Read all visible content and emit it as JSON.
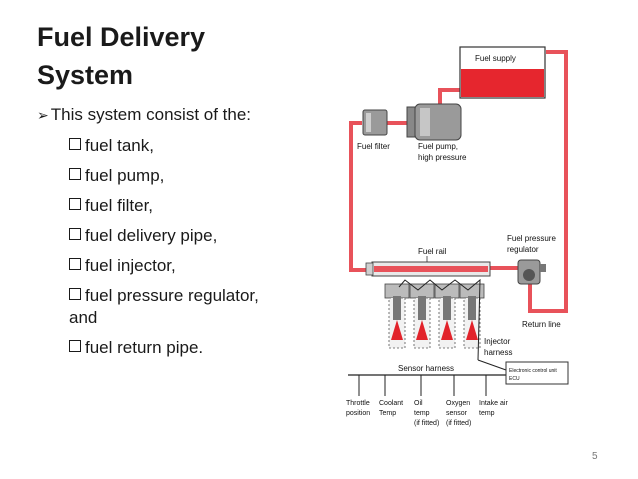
{
  "title": "Fuel Delivery System",
  "intro": "This system consist of the:",
  "items": [
    "fuel tank,",
    "fuel pump,",
    "fuel filter,",
    "fuel delivery pipe,",
    "fuel injector,",
    "fuel pressure regulator, and",
    "fuel return pipe."
  ],
  "page_number": "5",
  "diagram": {
    "fuel_supply": "Fuel supply",
    "fuel_filter": "Fuel filter",
    "fuel_pump_1": "Fuel pump,",
    "fuel_pump_2": "high pressure",
    "fuel_rail": "Fuel rail",
    "regulator_1": "Fuel pressure",
    "regulator_2": "regulator",
    "return_line": "Return line",
    "injector_1": "Injector",
    "injector_2": "harness",
    "sensor_harness": "Sensor harness",
    "ecu_1": "Electronic control unit",
    "ecu_2": "ECU",
    "sensors": {
      "throttle_1": "Throttle",
      "throttle_2": "position",
      "coolant_1": "Coolant",
      "coolant_2": "Temp",
      "oil_1": "Oil",
      "oil_2": "temp",
      "oil_3": "(if fitted)",
      "oxygen_1": "Oxygen",
      "oxygen_2": "sensor",
      "oxygen_3": "(if fitted)",
      "intake_1": "Intake air",
      "intake_2": "temp"
    }
  },
  "colors": {
    "fuel_line": "#e8525a",
    "tank_fill": "#e6262e",
    "injector_spray": "#e2232b"
  }
}
